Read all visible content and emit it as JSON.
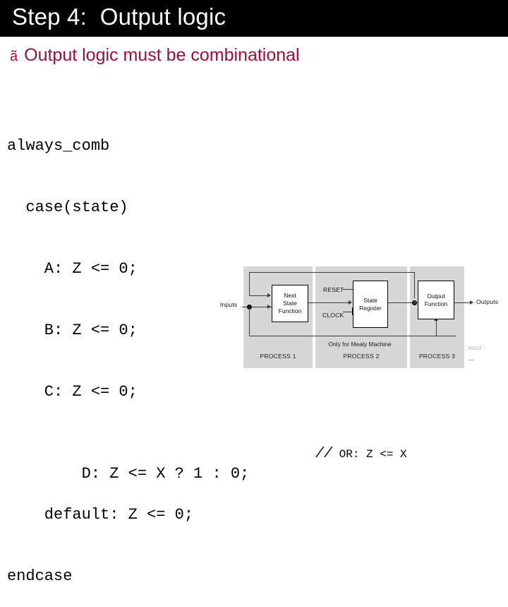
{
  "slide": {
    "title": "Step 4:  Output logic",
    "title_bg": "#000000",
    "title_color": "#ffffff",
    "accent_color": "#9B1038"
  },
  "bullet": {
    "glyph": "ã",
    "text": "Output logic must be combinational"
  },
  "code": {
    "lines": [
      "always_comb",
      "  case(state)",
      "    A: Z <= 0;",
      "    B: Z <= 0;",
      "    C: Z <= 0;",
      "    D: Z <= X ? 1 : 0;",
      "    default: Z <= 0;",
      "endcase"
    ],
    "comment_slashes": "//",
    "comment_body": " OR: Z <= X"
  },
  "diagram": {
    "panels": [
      {
        "label": "PROCESS 1"
      },
      {
        "label": "PROCESS 2"
      },
      {
        "label": "PROCESS 3"
      }
    ],
    "note": "Only for Mealy Machine",
    "boxes": [
      {
        "line1": "Next",
        "line2": "State",
        "line3": "Function"
      },
      {
        "line1": "State",
        "line2": "Register",
        "line3": ""
      },
      {
        "line1": "Output",
        "line2": "Function",
        "line3": ""
      }
    ],
    "labels": {
      "inputs": "Inputs",
      "reset": "RESET",
      "clock": "CLOCK",
      "outputs": "Outputs"
    },
    "watermark": "X6237",
    "watermark2": "—"
  }
}
